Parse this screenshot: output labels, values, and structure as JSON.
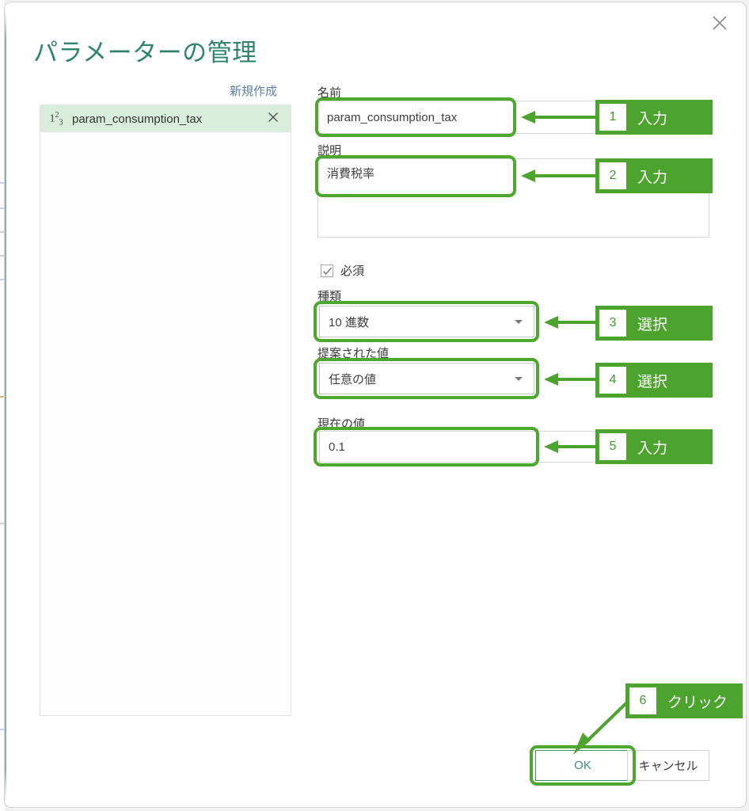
{
  "dialog": {
    "title": "パラメーターの管理",
    "close_icon": "close-icon"
  },
  "left_pane": {
    "new_link": "新規作成",
    "items": [
      {
        "icon": "number-type-icon",
        "icon_glyph": "1²₃",
        "label": "param_consumption_tax",
        "remove_icon": "close-icon"
      }
    ]
  },
  "form": {
    "name": {
      "label": "名前",
      "value": "param_consumption_tax"
    },
    "description": {
      "label": "説明",
      "value": "消費税率"
    },
    "required": {
      "label": "必須",
      "checked": true
    },
    "type": {
      "label": "種類",
      "value": "10 進数"
    },
    "suggested": {
      "label": "提案された値",
      "value": "任意の値"
    },
    "current": {
      "label": "現在の値",
      "value": "0.1"
    }
  },
  "footer": {
    "ok_label": "OK",
    "cancel_label": "キャンセル"
  },
  "annotations": [
    {
      "num": "1",
      "text": "入力"
    },
    {
      "num": "2",
      "text": "入力"
    },
    {
      "num": "3",
      "text": "選択"
    },
    {
      "num": "4",
      "text": "選択"
    },
    {
      "num": "5",
      "text": "入力"
    },
    {
      "num": "6",
      "text": "クリック"
    }
  ],
  "colors": {
    "accent_green": "#4ca32e",
    "ring_green": "#4ea72e",
    "title_teal": "#2f8470",
    "link_blue": "#5e7fa6",
    "selection_green": "#d9eddc",
    "ok_border": "#3f8f72"
  }
}
